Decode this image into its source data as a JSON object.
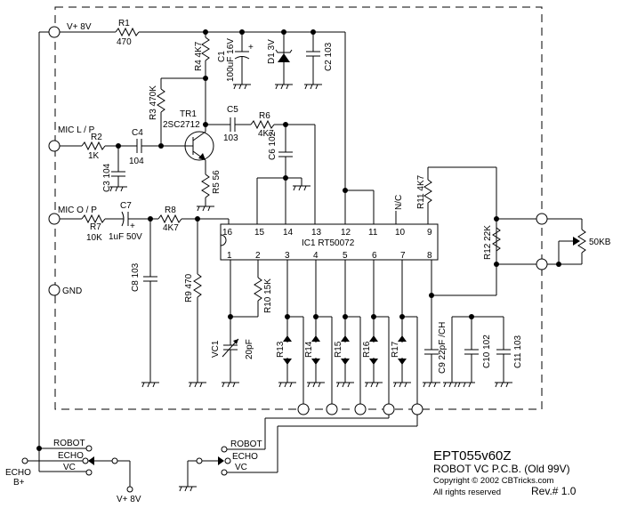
{
  "title_block": {
    "model": "EPT055v60Z",
    "board": "ROBOT VC P.C.B. (Old 99V)",
    "copyright": "Copyright © 2002 CBTricks.com",
    "rights": "All rights reserved",
    "revision": "Rev.# 1.0"
  },
  "terminals": {
    "vplus": "V+  8V",
    "mic_lp": "MIC L / P",
    "mic_op": "MIC O / P",
    "gnd": "GND"
  },
  "components": {
    "R1": {
      "ref": "R1",
      "value": "470"
    },
    "R2": {
      "ref": "R2",
      "value": "1K"
    },
    "R3": {
      "ref": "R3",
      "value": "470K",
      "label": "R3  470K"
    },
    "R4": {
      "ref": "R4",
      "value": "4K7",
      "label": "R4  4K7"
    },
    "R5": {
      "label": "R5  56"
    },
    "R6": {
      "ref": "R6",
      "value": "4K7"
    },
    "R7": {
      "ref": "R7",
      "value": "10K"
    },
    "R8": {
      "ref": "R8",
      "value": "4K7"
    },
    "R9": {
      "label": "R9  470"
    },
    "R10": {
      "label": "R10  15K"
    },
    "R11": {
      "label": "R11  4K7"
    },
    "R12": {
      "label": "R12  22K"
    },
    "R13": {
      "label": "R13"
    },
    "R14": {
      "label": "R14"
    },
    "R15": {
      "label": "R15"
    },
    "R16": {
      "label": "R16"
    },
    "R17": {
      "label": "R17"
    },
    "C1": {
      "ref": "C1",
      "value": "100uF 16V",
      "plus": "+"
    },
    "C2": {
      "label": "C2  103"
    },
    "C3": {
      "label": "C3 104"
    },
    "C4": {
      "ref": "C4",
      "value": "104"
    },
    "C5": {
      "ref": "C5",
      "value": "103"
    },
    "C6": {
      "label": "C6   102"
    },
    "C7": {
      "ref": "C7",
      "value": "1uF 50V",
      "plus": "+"
    },
    "C8": {
      "label": "C8  103"
    },
    "C9": {
      "label": "C9  22pF /CH"
    },
    "C10": {
      "label": "C10  102"
    },
    "C11": {
      "label": "C11  103"
    },
    "D1": {
      "label": "D1  3V"
    },
    "VC1": {
      "ref": "VC1",
      "value": "20pF"
    },
    "TR1": {
      "ref": "TR1",
      "part": "2SC2712"
    },
    "POT": {
      "value": "50KB"
    },
    "NC": {
      "label": "N/C"
    }
  },
  "ic": {
    "label": "IC1  RT50072",
    "top_pins": [
      "16",
      "15",
      "14",
      "13",
      "12",
      "11",
      "10",
      "9"
    ],
    "bottom_pins": [
      "1",
      "2",
      "3",
      "4",
      "5",
      "6",
      "7",
      "8"
    ]
  },
  "switches": {
    "left": {
      "robot": "ROBOT",
      "echo": "ECHO",
      "vc": "VC",
      "echo_bplus_1": "ECHO",
      "echo_bplus_2": "B+",
      "vplus": "V+  8V"
    },
    "right": {
      "robot": "ROBOT",
      "echo": "ECHO",
      "vc": "VC"
    }
  }
}
